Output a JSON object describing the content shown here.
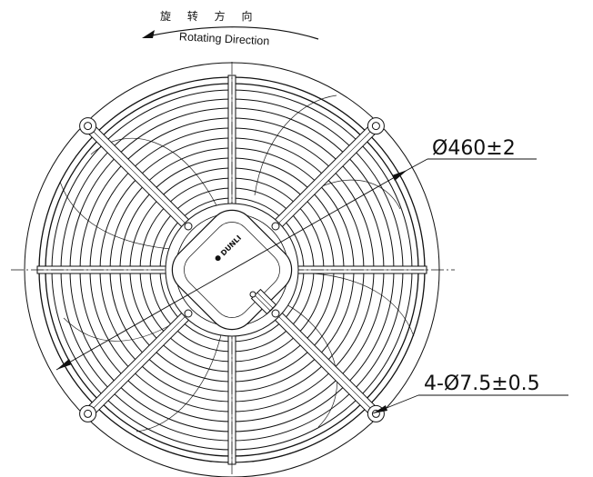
{
  "rotation_label": {
    "chinese": "旋 转 方 向",
    "english": "Rotating Direction"
  },
  "dimensions": {
    "outer_diameter": "Ø460±2",
    "mounting_holes": "4-Ø7.5±0.5"
  },
  "motor": {
    "brand_logo": "DUNLI"
  },
  "colors": {
    "line": "#111111",
    "background": "#ffffff"
  }
}
